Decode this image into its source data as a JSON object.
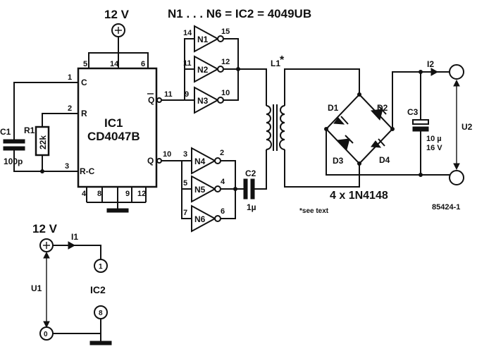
{
  "header": {
    "title": "N1 . . . N6 = IC2 = 4049UB",
    "supply": "12 V"
  },
  "ic1": {
    "name": "IC1",
    "part": "CD4047B",
    "pins": {
      "p1": "1",
      "p2": "2",
      "p3": "3",
      "p4": "4",
      "p5": "5",
      "p6": "6",
      "p8": "8",
      "p9": "9",
      "p10": "10",
      "p11": "11",
      "p12": "12",
      "p14": "14"
    },
    "labels": {
      "c": "C",
      "r": "R",
      "rc": "R-C",
      "qbar": "Q",
      "q": "Q"
    }
  },
  "timing": {
    "c1_name": "C1",
    "c1_value": "100p",
    "r1_name": "R1",
    "r1_value": "22k"
  },
  "inverters": {
    "n1": {
      "name": "N1",
      "in": "14",
      "out": "15"
    },
    "n2": {
      "name": "N2",
      "in": "11",
      "out": "12"
    },
    "n3": {
      "name": "N3",
      "in": "9",
      "out": "10"
    },
    "n4": {
      "name": "N4",
      "in": "3",
      "out": "2"
    },
    "n5": {
      "name": "N5",
      "in": "5",
      "out": "4"
    },
    "n6": {
      "name": "N6",
      "in": "7",
      "out": "6"
    }
  },
  "output": {
    "c2_name": "C2",
    "c2_value": "1µ",
    "l1_name": "L1",
    "l1_mark": "*",
    "d1": "D1",
    "d2": "D2",
    "d3": "D3",
    "d4": "D4",
    "diode_part": "4 x 1N4148",
    "c3_name": "C3",
    "c3_value": "10 µ",
    "c3_voltage": "16 V",
    "i2": "I2",
    "u2": "U2",
    "note": "*see text",
    "figure_number": "85424-1"
  },
  "supply_inset": {
    "supply": "12 V",
    "i1": "I1",
    "u1": "U1",
    "ic2": "IC2",
    "pin1": "1",
    "pin8": "8",
    "ground": "0"
  }
}
